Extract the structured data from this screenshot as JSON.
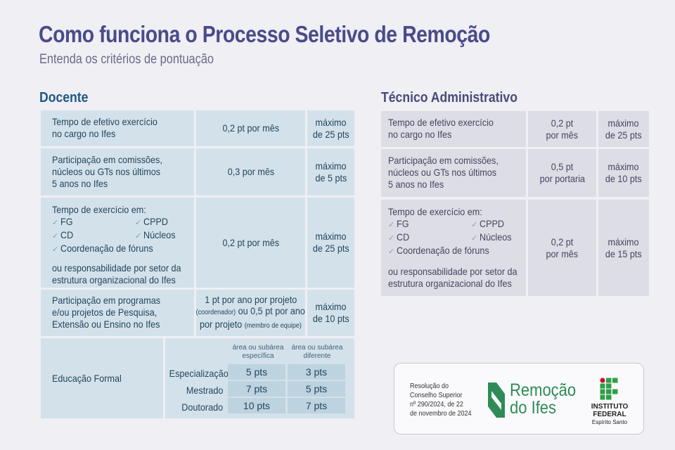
{
  "title": "Como funciona o Processo Seletivo de Remoção",
  "subtitle": "Entenda os critérios de pontuação",
  "docente": {
    "heading": "Docente",
    "rows": [
      {
        "desc": [
          "Tempo de efetivo exercício",
          "no cargo no Ifes"
        ],
        "points": "0,2 pt por mês",
        "max": [
          "máximo",
          "de 25 pts"
        ]
      },
      {
        "desc": [
          "Participação em comissões,",
          "núcleos ou GTs nos últimos",
          "5 anos no Ifes"
        ],
        "points": "0,3 por mês",
        "max": [
          "máximo",
          "de 5 pts"
        ]
      },
      {
        "desc_intro": "Tempo de exercício em:",
        "items": [
          "FG",
          "CPPD",
          "CD",
          "Núcleos",
          "Coordenação de fóruns"
        ],
        "desc_tail": [
          "ou responsabilidade por setor da",
          "estrutura organizacional do Ifes"
        ],
        "points": "0,2 pt por mês",
        "max": [
          "máximo",
          "de 25 pts"
        ]
      },
      {
        "desc": [
          "Participação em programas",
          "e/ou projetos de Pesquisa,",
          "Extensão ou Ensino no Ifes"
        ],
        "points_l1": "1 pt por ano por projeto",
        "points_l2a": "(coordenador)",
        "points_l2b": " ou 0,5 pt por ano",
        "points_l3a": "por projeto ",
        "points_l3b": "(membro de equipe)",
        "max": [
          "máximo",
          "de 10 pts"
        ]
      }
    ],
    "education": {
      "label": "Educação Formal",
      "col_headers": [
        [
          "área ou subárea",
          "específica"
        ],
        [
          "área ou subárea",
          "diferente"
        ]
      ],
      "rows": [
        {
          "level": "Especialização",
          "values": [
            "5 pts",
            "3 pts"
          ]
        },
        {
          "level": "Mestrado",
          "values": [
            "7 pts",
            "5 pts"
          ]
        },
        {
          "level": "Doutorado",
          "values": [
            "10 pts",
            "7 pts"
          ]
        }
      ]
    }
  },
  "tecnico": {
    "heading": "Técnico Administrativo",
    "rows": [
      {
        "desc": [
          "Tempo de efetivo exercício",
          "no cargo no Ifes"
        ],
        "points": [
          "0,2 pt",
          "por mês"
        ],
        "max": [
          "máximo",
          "de 25 pts"
        ]
      },
      {
        "desc": [
          "Participação em comissões,",
          "núcleos ou GTs nos últimos",
          "5 anos no Ifes"
        ],
        "points": [
          "0,5 pt",
          "por portaria"
        ],
        "max": [
          "máximo",
          "de 10 pts"
        ]
      },
      {
        "desc_intro": "Tempo de exercício em:",
        "items": [
          "FG",
          "CPPD",
          "CD",
          "Núcleos",
          "Coordenação de fóruns"
        ],
        "desc_tail": [
          "ou responsabilidade por setor da",
          "estrutura organizacional do Ifes"
        ],
        "points": [
          "0,2 pt",
          "por mês"
        ],
        "max": [
          "máximo",
          "de 15 pts"
        ]
      }
    ]
  },
  "footer": {
    "resolution": [
      "Resolução do",
      "Conselho Superior",
      "nº 290/2024, de 22",
      "de novembro de 2024"
    ],
    "logo_text": [
      "Remoção",
      "do Ifes"
    ],
    "institute": [
      "INSTITUTO",
      "FEDERAL"
    ],
    "campus": "Espírito Santo"
  },
  "colors": {
    "title": "#4a4a8a",
    "docente_cell": "#d3e2ea",
    "tecnico_cell": "#dddde6",
    "logo_green": "#2e8b57",
    "if_red": "#c8102e",
    "if_green": "#2e9e47"
  },
  "icons": {
    "bullet": "check-icon",
    "logo": "remocao-ifes-logo",
    "institute": "instituto-federal-logo"
  }
}
